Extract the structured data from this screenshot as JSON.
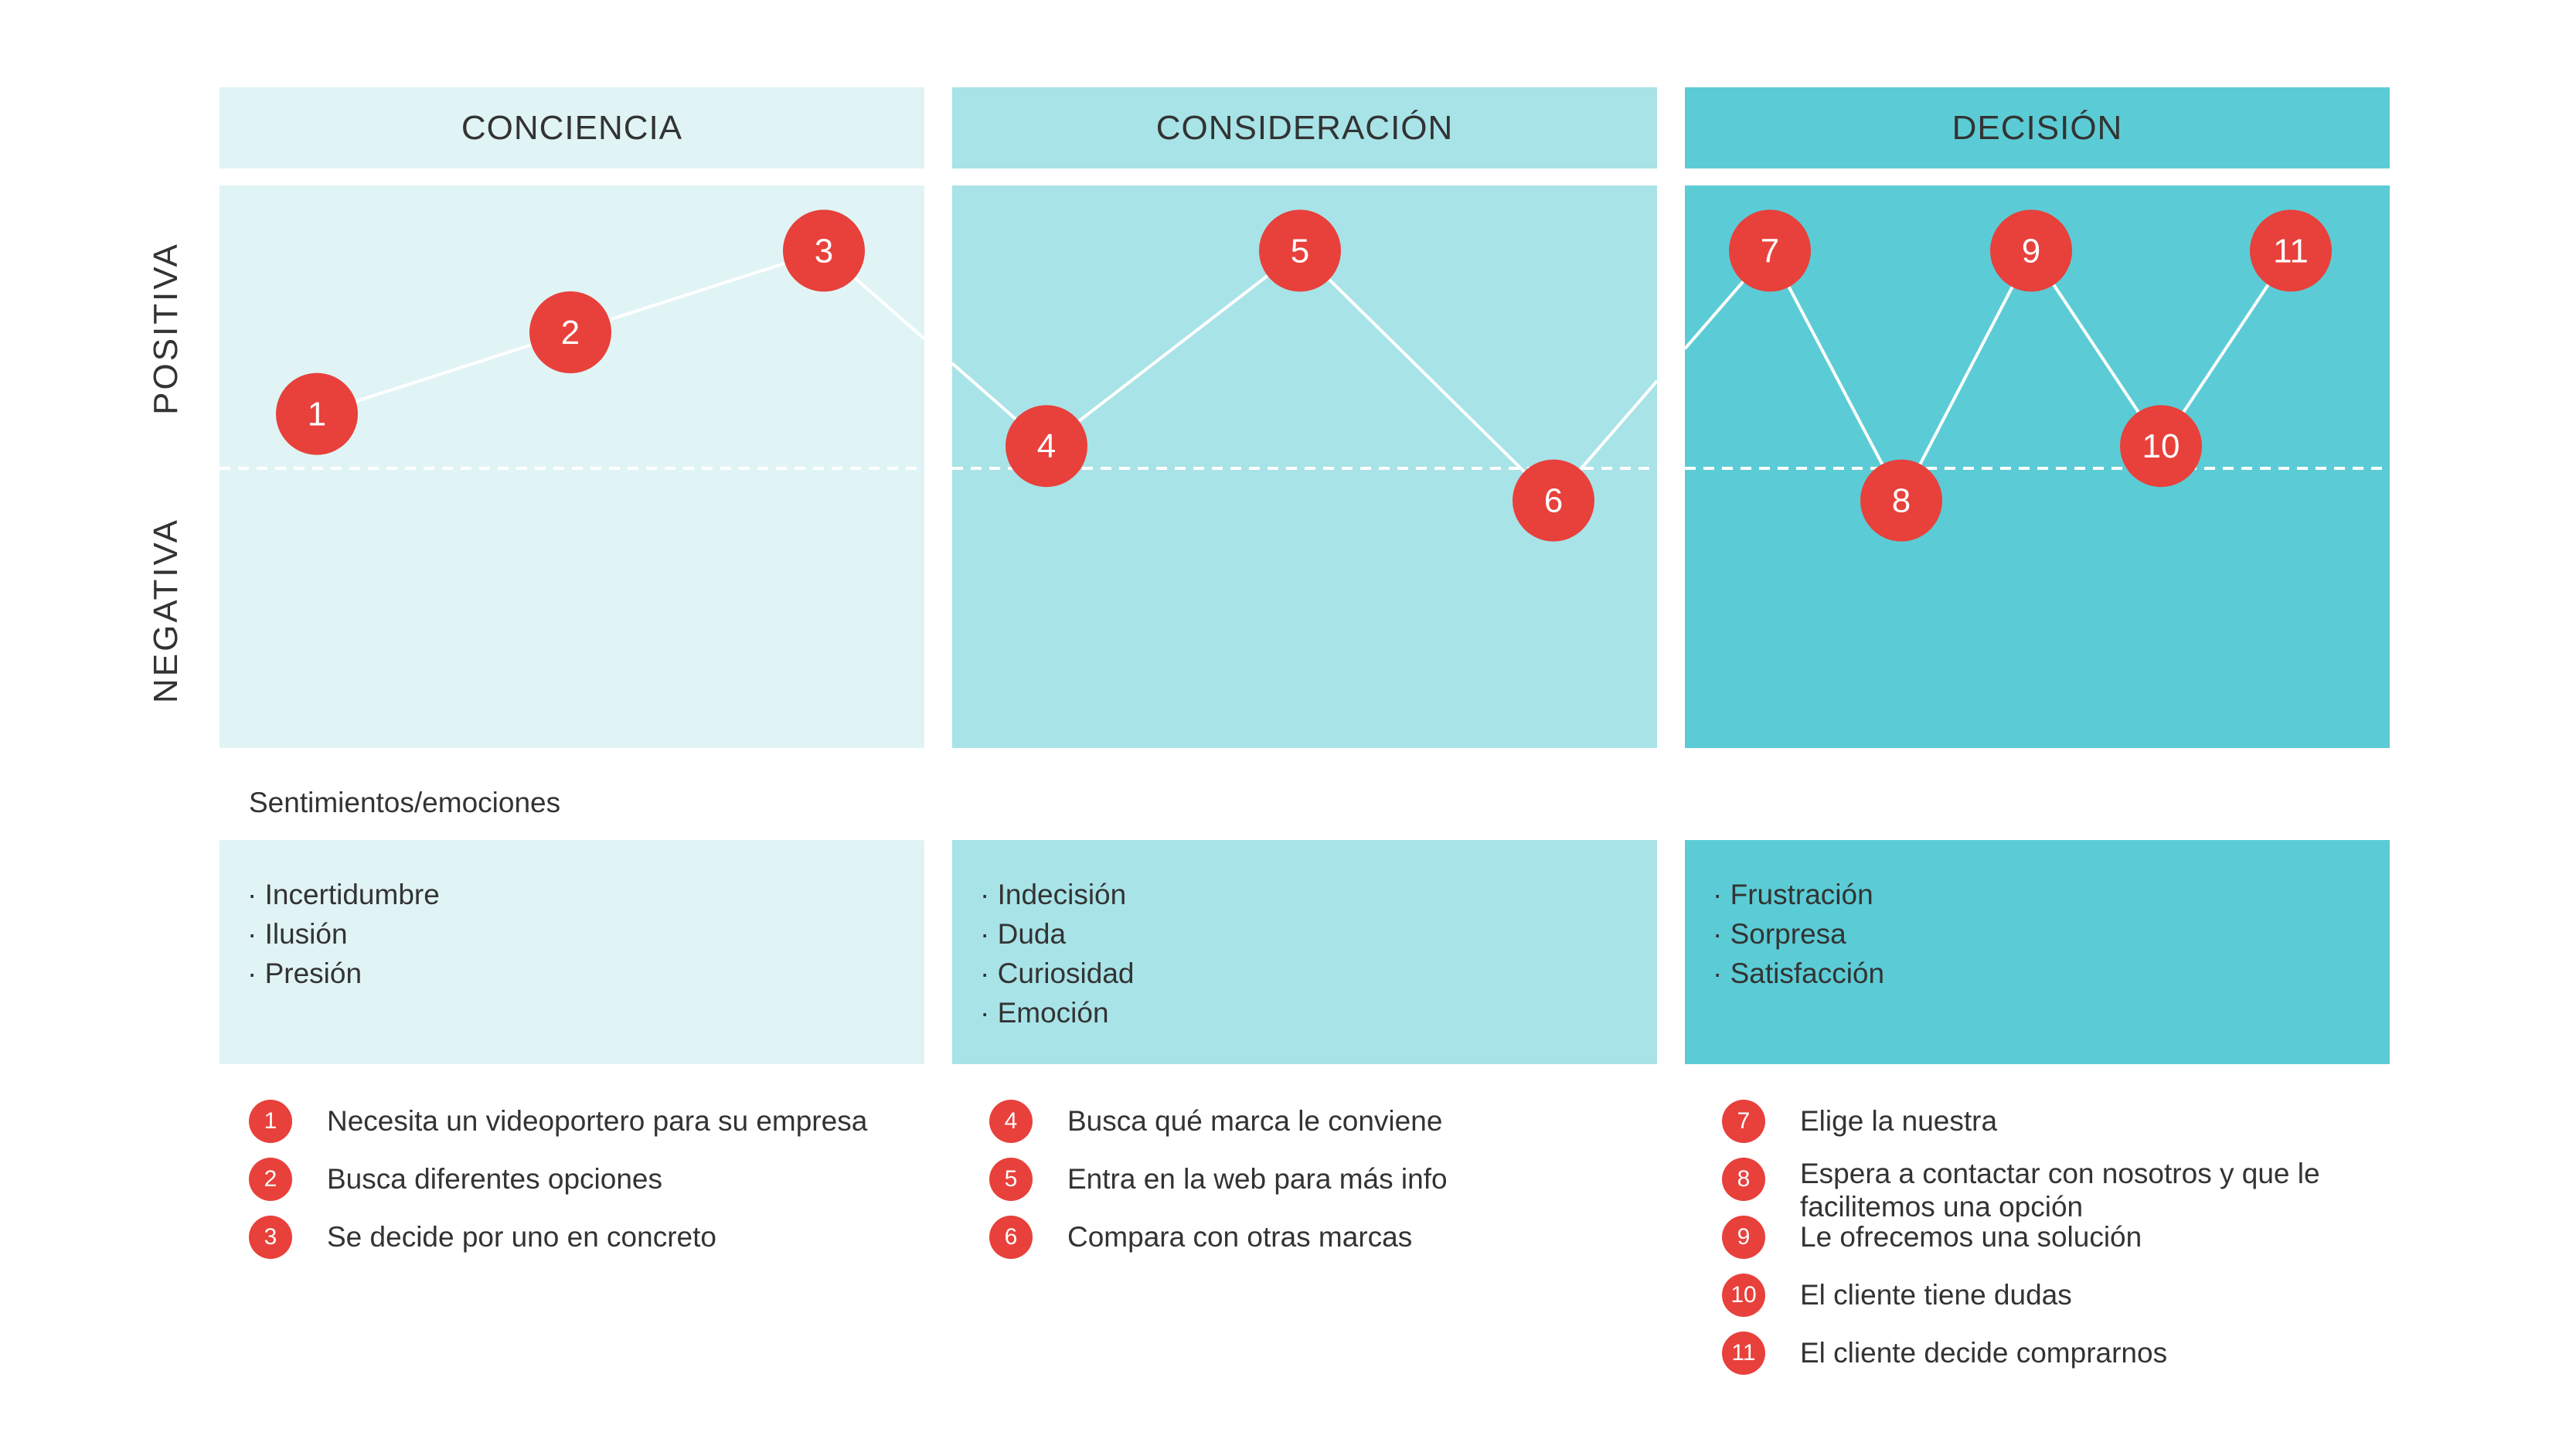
{
  "stages": [
    {
      "title": "CONCIENCIA",
      "emotions": [
        "· Incertidumbre",
        "· Ilusión",
        "· Presión"
      ]
    },
    {
      "title": "CONSIDERACIÓN",
      "emotions": [
        "· Indecisión",
        "· Duda",
        "· Curiosidad",
        "· Emoción"
      ]
    },
    {
      "title": "DECISIÓN",
      "emotions": [
        "· Frustración",
        "· Sorpresa",
        "· Satisfacción"
      ]
    }
  ],
  "y_axis": {
    "positive_label": "POSITIVA",
    "negative_label": "NEGATIVA"
  },
  "emotions_label": "Sentimientos/emociones",
  "points": [
    {
      "n": "1",
      "stage": 0,
      "sentiment": 0.22,
      "text": "Necesita un videoportero para su empresa"
    },
    {
      "n": "2",
      "stage": 0,
      "sentiment": 0.55,
      "text": "Busca diferentes opciones"
    },
    {
      "n": "3",
      "stage": 0,
      "sentiment": 0.88,
      "text": "Se decide por uno en concreto"
    },
    {
      "n": "4",
      "stage": 1,
      "sentiment": 0.09,
      "text": "Busca qué marca le conviene"
    },
    {
      "n": "5",
      "stage": 1,
      "sentiment": 0.88,
      "text": "Entra en la web para más info"
    },
    {
      "n": "6",
      "stage": 1,
      "sentiment": -0.13,
      "text": "Compara con otras marcas"
    },
    {
      "n": "7",
      "stage": 2,
      "sentiment": 0.88,
      "text": "Elige la nuestra"
    },
    {
      "n": "8",
      "stage": 2,
      "sentiment": -0.13,
      "text": "Espera a contactar con nosotros y que le facilitemos una opción"
    },
    {
      "n": "9",
      "stage": 2,
      "sentiment": 0.88,
      "text": "Le ofrecemos una solución"
    },
    {
      "n": "10",
      "stage": 2,
      "sentiment": 0.09,
      "text": "El cliente tiene dudas"
    },
    {
      "n": "11",
      "stage": 2,
      "sentiment": 0.88,
      "text": "El cliente decide comprarnos"
    }
  ],
  "colors": {
    "stage1": "#e0f4f5",
    "stage2": "#a8e3e7",
    "stage3": "#5bccd5",
    "marker": "#e8403b",
    "line": "#ffffff"
  }
}
